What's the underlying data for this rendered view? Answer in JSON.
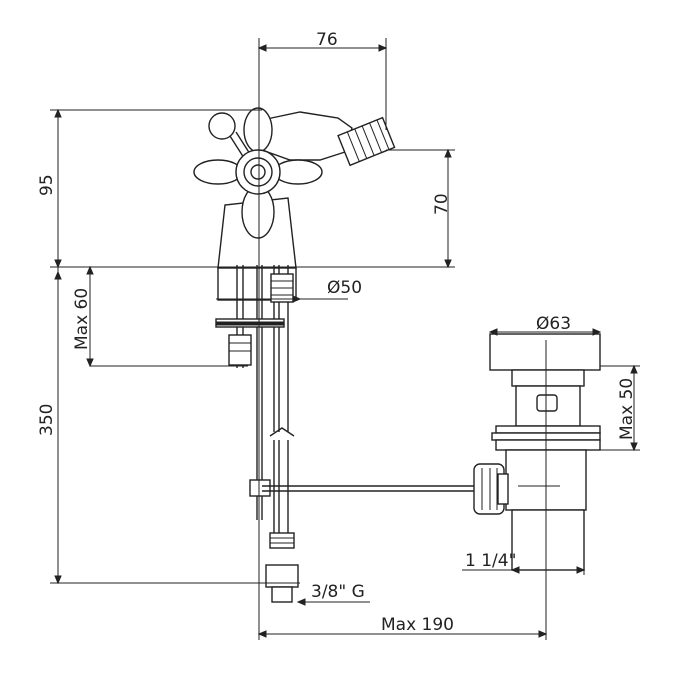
{
  "drawing": {
    "title": "",
    "dimensions": {
      "spout_reach": "76",
      "total_height": "95",
      "spout_height": "70",
      "max_deck_thickness": "Max 60",
      "body_diameter": "Ø50",
      "supply_length": "350",
      "supply_thread": "3/8\" G",
      "waste_flange_diameter": "Ø63",
      "max_waste_thickness": "Max 50",
      "waste_thread": "1 1/4\"",
      "max_rod_reach": "Max 190"
    }
  }
}
